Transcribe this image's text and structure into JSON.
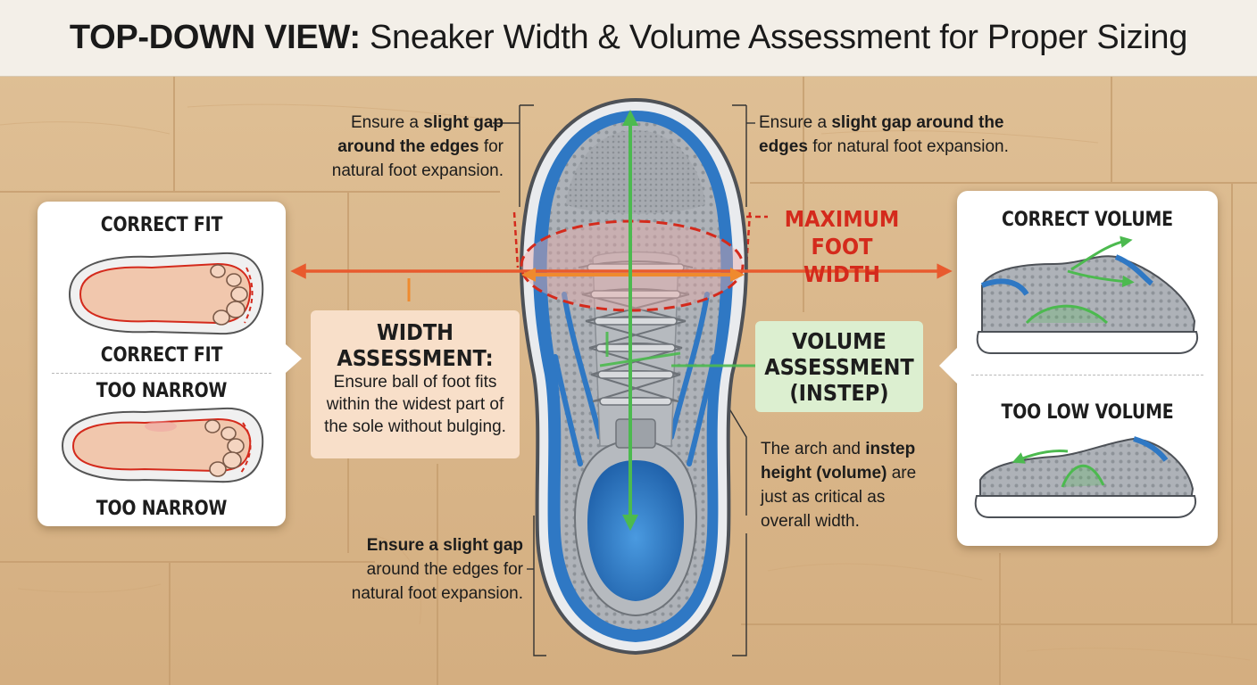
{
  "title": {
    "strong": "TOP-DOWN VIEW:",
    "rest": " Sneaker Width & Volume Assessment for Proper Sizing"
  },
  "notes": {
    "top_left": {
      "pre": "Ensure a ",
      "bold": "slight gap around the edges",
      "post": " for natural foot expansion."
    },
    "top_right": {
      "pre": "Ensure a ",
      "bold": "slight gap around the edges",
      "post": " for natural foot expansion."
    },
    "bottom_left": {
      "bold": "Ensure a slight gap",
      "post": " around the edges for natural foot expansion."
    },
    "bottom_right": {
      "pre": "The arch and ",
      "bold": "instep height (volume)",
      "post": " are just as critical as overall width."
    }
  },
  "maximum_width_label": {
    "line1": "MAXIMUM",
    "line2": "FOOT WIDTH"
  },
  "width_box": {
    "heading_line1": "WIDTH",
    "heading_line2": "ASSESSMENT:",
    "body": "Ensure ball of foot fits within the widest part of the sole without bulging."
  },
  "volume_box": {
    "line1": "VOLUME",
    "line2": "ASSESSMENT",
    "line3": "(INSTEP)"
  },
  "left_card": {
    "label_top": "CORRECT FIT",
    "label_under_top": "CORRECT FIT",
    "label_narrow_top": "TOO NARROW",
    "label_bottom": "TOO NARROW"
  },
  "right_card": {
    "label_top": "CORRECT VOLUME",
    "label_bottom": "TOO LOW VOLUME"
  },
  "colors": {
    "width_arrow": "#e85a2e",
    "length_arrow": "#4cba4f",
    "max_width_text": "#d42a1c",
    "width_box_bg": "#f8dfc9",
    "volume_box_bg": "#dcefd0",
    "shoe_mesh": "#a9adb3",
    "shoe_accent": "#2f78c4"
  }
}
